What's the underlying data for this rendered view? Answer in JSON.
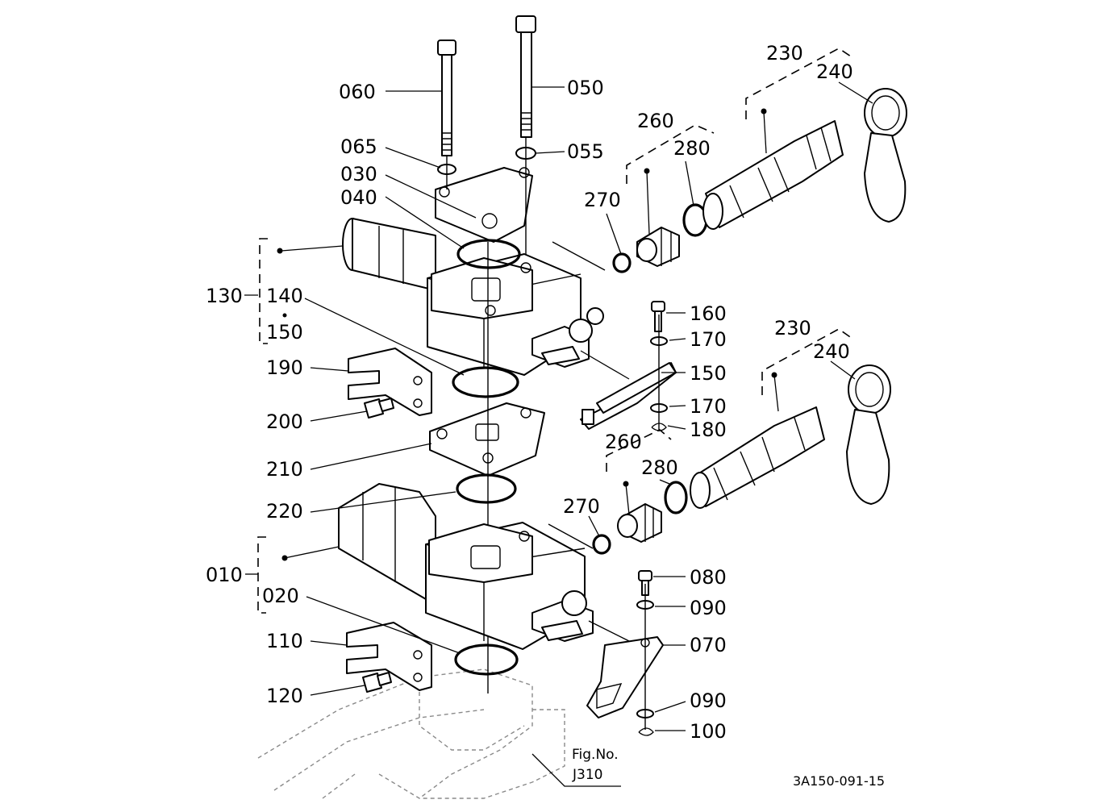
{
  "labels": {
    "p010": "010",
    "p020": "020",
    "p030": "030",
    "p040": "040",
    "p050": "050",
    "p055": "055",
    "p060": "060",
    "p065": "065",
    "p070": "070",
    "p080": "080",
    "p090a": "090",
    "p090b": "090",
    "p100": "100",
    "p110": "110",
    "p120": "120",
    "p130": "130",
    "p140": "140",
    "p150a": "150",
    "p150b": "150",
    "p160": "160",
    "p170a": "170",
    "p170b": "170",
    "p180": "180",
    "p190": "190",
    "p200": "200",
    "p210": "210",
    "p220": "220",
    "p230a": "230",
    "p230b": "230",
    "p240a": "240",
    "p240b": "240",
    "p260a": "260",
    "p260b": "260",
    "p270a": "270",
    "p270b": "270",
    "p280a": "280",
    "p280b": "280"
  },
  "figure": {
    "line1": "Fig.No.",
    "line2": "J310"
  },
  "drawing_code": "3A150-091-15"
}
